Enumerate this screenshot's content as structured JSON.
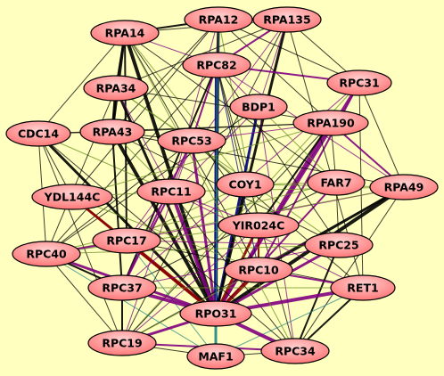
{
  "colors": {
    "background": "#ffffc0",
    "node_fill_light": "#ffd0d0",
    "node_fill_dark": "#ff7070",
    "edge_black": "#000000",
    "edge_purple": "#800080",
    "edge_darkred": "#8b0000",
    "edge_navy": "#000080",
    "edge_olive": "#6b8e23",
    "edge_teal": "#2a8a8a"
  },
  "nodes": [
    {
      "id": "RPA12",
      "label": "RPA12"
    },
    {
      "id": "RPA135",
      "label": "RPA135"
    },
    {
      "id": "RPA14",
      "label": "RPA14"
    },
    {
      "id": "RPC82",
      "label": "RPC82"
    },
    {
      "id": "RPC31a",
      "label": "RPC31"
    },
    {
      "id": "RPA34",
      "label": "RPA34"
    },
    {
      "id": "BDP1",
      "label": "BDP1"
    },
    {
      "id": "RPA190",
      "label": "RPA190"
    },
    {
      "id": "CDC14",
      "label": "CDC14"
    },
    {
      "id": "RPA43",
      "label": "RPA43"
    },
    {
      "id": "RPC53",
      "label": "RPC53"
    },
    {
      "id": "COY1",
      "label": "COY1"
    },
    {
      "id": "FAR7",
      "label": "FAR7"
    },
    {
      "id": "RPA49",
      "label": "RPA49"
    },
    {
      "id": "YDL144C",
      "label": "YDL144C"
    },
    {
      "id": "RPC11",
      "label": "RPC11"
    },
    {
      "id": "YIR024C",
      "label": "YIR024C"
    },
    {
      "id": "RPC17",
      "label": "RPC17"
    },
    {
      "id": "RPC25",
      "label": "RPC25"
    },
    {
      "id": "RPC40",
      "label": "RPC40"
    },
    {
      "id": "RPC10",
      "label": "RPC10"
    },
    {
      "id": "RET1",
      "label": "RET1"
    },
    {
      "id": "RPC37",
      "label": "RPC37"
    },
    {
      "id": "RPO31",
      "label": "RPO31"
    },
    {
      "id": "RPC19",
      "label": "RPC19"
    },
    {
      "id": "MAF1",
      "label": "MAF1"
    },
    {
      "id": "RPC34",
      "label": "RPC34"
    }
  ],
  "edges": [
    [
      "RPA14",
      "RPA12",
      "black",
      2
    ],
    [
      "RPA12",
      "RPA135",
      "black",
      3
    ],
    [
      "RPA14",
      "RPA34",
      "black",
      2
    ],
    [
      "RPA14",
      "RPA43",
      "black",
      3
    ],
    [
      "RPA14",
      "RPO31",
      "black",
      4
    ],
    [
      "RPA14",
      "RPC82",
      "purple",
      1
    ],
    [
      "RPA14",
      "CDC14",
      "black",
      1
    ],
    [
      "RPA14",
      "RPC17",
      "black",
      2
    ],
    [
      "RPA14",
      "COY1",
      "olive",
      1
    ],
    [
      "RPA12",
      "RPC82",
      "purple",
      2
    ],
    [
      "RPA12",
      "RPO31",
      "black",
      3
    ],
    [
      "RPA12",
      "RPA43",
      "black",
      1
    ],
    [
      "RPA12",
      "RPC11",
      "purple",
      1
    ],
    [
      "RPA12",
      "RPA190",
      "black",
      1
    ],
    [
      "RPA12",
      "YIR024C",
      "olive",
      1
    ],
    [
      "RPA135",
      "RPC82",
      "purple",
      2
    ],
    [
      "RPA135",
      "RPO31",
      "black",
      3
    ],
    [
      "RPA135",
      "RPC31a",
      "black",
      1
    ],
    [
      "RPA135",
      "BDP1",
      "purple",
      1
    ],
    [
      "RPA135",
      "RPC17",
      "purple",
      1
    ],
    [
      "RPA135",
      "RPA34",
      "black",
      1
    ],
    [
      "RPC82",
      "RPO31",
      "navy",
      4
    ],
    [
      "RPC82",
      "RPC53",
      "purple",
      2
    ],
    [
      "RPC82",
      "RPC34",
      "black",
      1
    ],
    [
      "RPC82",
      "RPC37",
      "black",
      2
    ],
    [
      "RPC82",
      "RPA49",
      "purple",
      1
    ],
    [
      "RPC82",
      "RPC40",
      "black",
      1
    ],
    [
      "RPC31a",
      "RPO31",
      "purple",
      3
    ],
    [
      "RPC31a",
      "RPC82",
      "purple",
      2
    ],
    [
      "RPC31a",
      "RPA49",
      "black",
      1
    ],
    [
      "RPC31a",
      "RPC10",
      "purple",
      2
    ],
    [
      "RPC31a",
      "RPC19",
      "olive",
      1
    ],
    [
      "RPC31a",
      "RET1",
      "black",
      1
    ],
    [
      "RPA34",
      "RPA43",
      "black",
      3
    ],
    [
      "RPA34",
      "RPO31",
      "black",
      3
    ],
    [
      "RPA34",
      "RPC11",
      "purple",
      1
    ],
    [
      "RPA34",
      "RPC25",
      "olive",
      1
    ],
    [
      "RPA34",
      "RPA190",
      "black",
      1
    ],
    [
      "BDP1",
      "RPO31",
      "navy",
      3
    ],
    [
      "BDP1",
      "RPC17",
      "purple",
      1
    ],
    [
      "BDP1",
      "RPC34",
      "purple",
      1
    ],
    [
      "BDP1",
      "RPC82",
      "purple",
      1
    ],
    [
      "BDP1",
      "RPC40",
      "black",
      1
    ],
    [
      "RPA190",
      "RPO31",
      "purple",
      4
    ],
    [
      "RPA190",
      "RPA49",
      "purple",
      2
    ],
    [
      "RPA190",
      "RPC19",
      "black",
      1
    ],
    [
      "RPA190",
      "RPC53",
      "purple",
      1
    ],
    [
      "RPA190",
      "RPA43",
      "black",
      1
    ],
    [
      "RPA190",
      "YIR024C",
      "black",
      2
    ],
    [
      "CDC14",
      "RPO31",
      "black",
      3
    ],
    [
      "CDC14",
      "RPA43",
      "black",
      1
    ],
    [
      "CDC14",
      "RPC40",
      "black",
      1
    ],
    [
      "CDC14",
      "RPC11",
      "olive",
      1
    ],
    [
      "CDC14",
      "RPA190",
      "black",
      1
    ],
    [
      "CDC14",
      "RPC19",
      "black",
      1
    ],
    [
      "RPA43",
      "RPO31",
      "black",
      4
    ],
    [
      "RPA43",
      "RPC37",
      "black",
      2
    ],
    [
      "RPA43",
      "RPC11",
      "olive",
      1
    ],
    [
      "RPA43",
      "RPA49",
      "black",
      1
    ],
    [
      "RPA43",
      "RPC25",
      "black",
      1
    ],
    [
      "RPC53",
      "RPO31",
      "purple",
      3
    ],
    [
      "RPC53",
      "RPC37",
      "purple",
      2
    ],
    [
      "RPC53",
      "RET1",
      "black",
      1
    ],
    [
      "RPC53",
      "RPC19",
      "purple",
      1
    ],
    [
      "RPC53",
      "RPC40",
      "black",
      1
    ],
    [
      "RPC53",
      "COY1",
      "olive",
      1
    ],
    [
      "COY1",
      "RPO31",
      "black",
      2
    ],
    [
      "COY1",
      "RPC17",
      "olive",
      1
    ],
    [
      "COY1",
      "RPA49",
      "olive",
      1
    ],
    [
      "FAR7",
      "RPO31",
      "purple",
      2
    ],
    [
      "FAR7",
      "RPC37",
      "black",
      1
    ],
    [
      "FAR7",
      "RPC40",
      "olive",
      1
    ],
    [
      "FAR7",
      "RPA14",
      "black",
      1
    ],
    [
      "FAR7",
      "RPC25",
      "black",
      1
    ],
    [
      "RPA49",
      "RPO31",
      "black",
      4
    ],
    [
      "RPA49",
      "RPC10",
      "black",
      3
    ],
    [
      "RPA49",
      "RPC17",
      "purple",
      1
    ],
    [
      "RPA49",
      "RPC34",
      "black",
      1
    ],
    [
      "RPA49",
      "RPC40",
      "olive",
      1
    ],
    [
      "RPA49",
      "RPC19",
      "black",
      1
    ],
    [
      "YDL144C",
      "RPO31",
      "darkred",
      3
    ],
    [
      "YDL144C",
      "RPC17",
      "darkred",
      2
    ],
    [
      "YDL144C",
      "RPA190",
      "olive",
      1
    ],
    [
      "YDL144C",
      "RPC10",
      "olive",
      1
    ],
    [
      "YDL144C",
      "RPA12",
      "black",
      1
    ],
    [
      "RPC11",
      "RPO31",
      "purple",
      4
    ],
    [
      "RPC11",
      "RPC37",
      "purple",
      2
    ],
    [
      "RPC11",
      "RPC34",
      "black",
      1
    ],
    [
      "RPC11",
      "RET1",
      "purple",
      1
    ],
    [
      "RPC11",
      "RPA49",
      "olive",
      1
    ],
    [
      "YIR024C",
      "RPO31",
      "darkred",
      3
    ],
    [
      "YIR024C",
      "RPC10",
      "darkred",
      2
    ],
    [
      "YIR024C",
      "RPC40",
      "olive",
      1
    ],
    [
      "YIR024C",
      "RPC19",
      "purple",
      1
    ],
    [
      "YIR024C",
      "RPA14",
      "black",
      1
    ],
    [
      "RPC17",
      "RPO31",
      "darkred",
      4
    ],
    [
      "RPC17",
      "RPC40",
      "purple",
      2
    ],
    [
      "RPC17",
      "RPC25",
      "purple",
      1
    ],
    [
      "RPC17",
      "RET1",
      "black",
      1
    ],
    [
      "RPC17",
      "MAF1",
      "teal",
      1
    ],
    [
      "RPC25",
      "RPO31",
      "purple",
      3
    ],
    [
      "RPC25",
      "RPC34",
      "black",
      2
    ],
    [
      "RPC25",
      "RPC37",
      "purple",
      1
    ],
    [
      "RPC25",
      "RPC40",
      "olive",
      1
    ],
    [
      "RPC25",
      "RPC82",
      "black",
      1
    ],
    [
      "RPC40",
      "RPO31",
      "purple",
      3
    ],
    [
      "RPC40",
      "RPC19",
      "black",
      1
    ],
    [
      "RPC40",
      "RPC37",
      "black",
      2
    ],
    [
      "RPC40",
      "MAF1",
      "teal",
      1
    ],
    [
      "RPC40",
      "RPA34",
      "black",
      1
    ],
    [
      "RPC10",
      "RPO31",
      "darkred",
      4
    ],
    [
      "RPC10",
      "RET1",
      "purple",
      2
    ],
    [
      "RPC10",
      "RPC19",
      "olive",
      1
    ],
    [
      "RPC10",
      "RPC82",
      "navy",
      1
    ],
    [
      "RPC10",
      "RPA14",
      "black",
      1
    ],
    [
      "RET1",
      "RPO31",
      "purple",
      4
    ],
    [
      "RET1",
      "RPC34",
      "black",
      2
    ],
    [
      "RET1",
      "RPC37",
      "olive",
      1
    ],
    [
      "RET1",
      "RPA135",
      "black",
      1
    ],
    [
      "RET1",
      "MAF1",
      "teal",
      1
    ],
    [
      "RPC37",
      "RPO31",
      "purple",
      4
    ],
    [
      "RPC37",
      "RPC19",
      "black",
      2
    ],
    [
      "RPC37",
      "RPC31a",
      "purple",
      1
    ],
    [
      "RPO31",
      "RPC19",
      "purple",
      3
    ],
    [
      "RPO31",
      "MAF1",
      "teal",
      3
    ],
    [
      "RPO31",
      "RPC34",
      "purple",
      4
    ],
    [
      "RPC19",
      "MAF1",
      "black",
      1
    ],
    [
      "RPC19",
      "RPC34",
      "purple",
      2
    ],
    [
      "RPC19",
      "RPA135",
      "black",
      1
    ],
    [
      "MAF1",
      "RPC34",
      "black",
      1
    ],
    [
      "MAF1",
      "RPC82",
      "teal",
      1
    ],
    [
      "MAF1",
      "RPA12",
      "teal",
      1
    ],
    [
      "RPC34",
      "RPA14",
      "olive",
      1
    ],
    [
      "RPC34",
      "CDC14",
      "black",
      1
    ],
    [
      "RPA12",
      "RPC31a",
      "black",
      1
    ],
    [
      "RPA135",
      "RPA14",
      "black",
      1
    ],
    [
      "RPC82",
      "COY1",
      "black",
      1
    ],
    [
      "BDP1",
      "FAR7",
      "olive",
      1
    ],
    [
      "RPA190",
      "FAR7",
      "black",
      1
    ],
    [
      "RPC53",
      "RPC11",
      "purple",
      1
    ],
    [
      "COY1",
      "FAR7",
      "olive",
      1
    ],
    [
      "YDL144C",
      "RPC11",
      "olive",
      1
    ],
    [
      "RPC11",
      "YIR024C",
      "purple",
      1
    ],
    [
      "RPA43",
      "RPC53",
      "black",
      1
    ],
    [
      "RPA34",
      "RPC53",
      "olive",
      1
    ],
    [
      "CDC14",
      "YDL144C",
      "black",
      1
    ]
  ]
}
